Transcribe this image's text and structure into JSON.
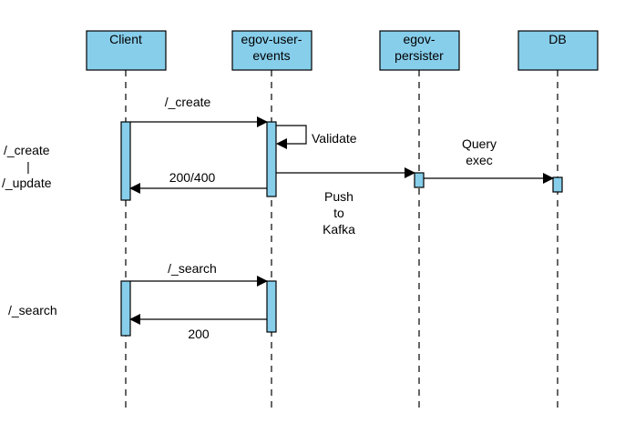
{
  "colors": {
    "box_fill": "#87CEEB",
    "stroke": "#000000",
    "background": "#ffffff"
  },
  "participants": [
    {
      "id": "client",
      "lines": [
        "Client"
      ]
    },
    {
      "id": "user-events",
      "lines": [
        "egov-user-",
        "events"
      ]
    },
    {
      "id": "persister",
      "lines": [
        "egov-",
        "persister"
      ]
    },
    {
      "id": "db",
      "lines": [
        "DB"
      ]
    }
  ],
  "messages": {
    "create": "/_create",
    "validate": "Validate",
    "query_exec": [
      "Query",
      "exec"
    ],
    "create_response": "200/400",
    "push_to_kafka": [
      "Push",
      "to",
      "Kafka"
    ],
    "search": "/_search",
    "search_response": "200"
  },
  "side_labels": {
    "create_update": [
      "/_create",
      "|",
      "/_update"
    ],
    "search": "/_search"
  }
}
